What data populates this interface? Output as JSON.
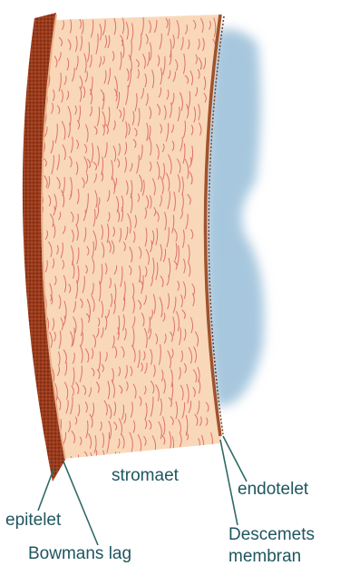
{
  "labels": {
    "stroma": "stromaet",
    "endothelium": "endotelet",
    "epithelium": "epitelet",
    "descemet_line1": "Descemets",
    "descemet_line2": "membran",
    "bowman": "Bowmans lag"
  },
  "colors": {
    "epithelium": "#9b3c1d",
    "stroma": "#f9d8b9",
    "fibers": "#d9605a",
    "anterior_chamber": "#a7c7de",
    "leader_lines": "#2d6a66",
    "label_text": "#1f5660"
  }
}
